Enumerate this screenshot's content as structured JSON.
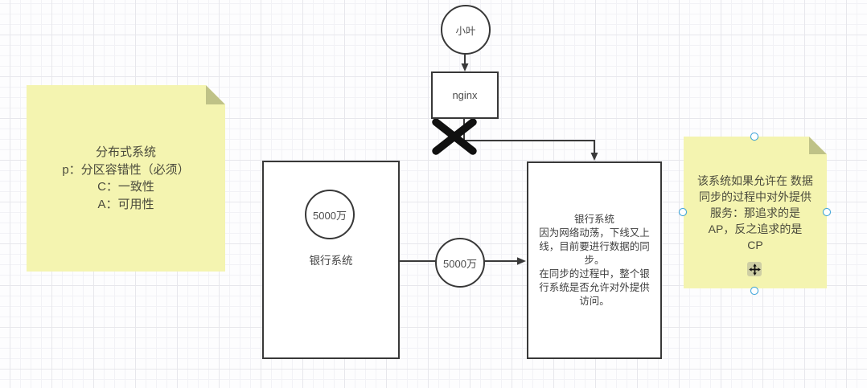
{
  "colors": {
    "note_fill": "#f4f4b0",
    "note_fold": "#bfc287",
    "shape_stroke": "#383838",
    "x_mark": "#101010",
    "selection_handle": "#3aa7e0",
    "grid_minor": "#f2f2f6",
    "grid_major": "#e7e7ec"
  },
  "left_note": {
    "text": "分布式系统\np：分区容错性（必须）\nC：一致性\nA：可用性"
  },
  "right_note": {
    "text": "该系统如果允许在 数据\n同步的过程中对外提供\n服务：那追求的是\nAP，反之追求的是\nCP",
    "selected": true
  },
  "user_node": {
    "label": "小叶"
  },
  "nginx_node": {
    "label": "nginx"
  },
  "left_bank_node": {
    "amount": "5000万",
    "label": "银行系统"
  },
  "transfer": {
    "amount": "5000万"
  },
  "right_bank_node": {
    "text": "银行系统\n因为网络动荡，下线又上\n线，目前要进行数据的同\n步。\n在同步的过程中，整个银\n行系统是否允许对外提供\n访问。"
  }
}
